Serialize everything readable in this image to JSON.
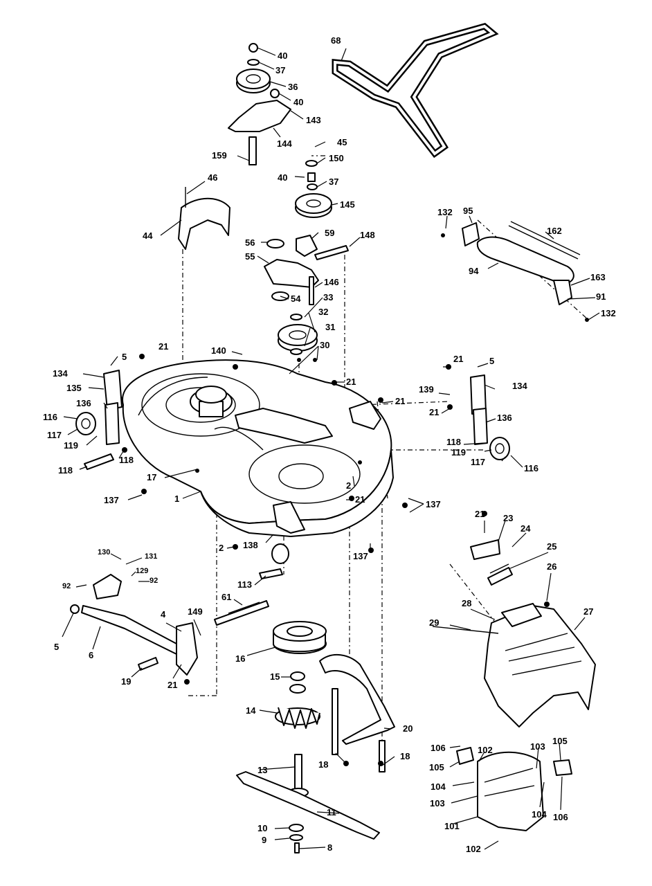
{
  "diagram": {
    "callouts": [
      "1",
      "2",
      "4",
      "5",
      "6",
      "8",
      "9",
      "10",
      "11",
      "13",
      "14",
      "15",
      "16",
      "17",
      "18",
      "19",
      "20",
      "21",
      "23",
      "24",
      "25",
      "26",
      "27",
      "28",
      "29",
      "30",
      "31",
      "32",
      "33",
      "36",
      "37",
      "40",
      "44",
      "45",
      "46",
      "54",
      "55",
      "56",
      "59",
      "61",
      "68",
      "91",
      "92",
      "94",
      "95",
      "101",
      "102",
      "103",
      "104",
      "105",
      "106",
      "113",
      "116",
      "117",
      "118",
      "119",
      "129",
      "130",
      "131",
      "132",
      "134",
      "135",
      "136",
      "137",
      "138",
      "139",
      "140",
      "143",
      "144",
      "145",
      "146",
      "148",
      "149",
      "150",
      "159",
      "162",
      "163"
    ]
  }
}
